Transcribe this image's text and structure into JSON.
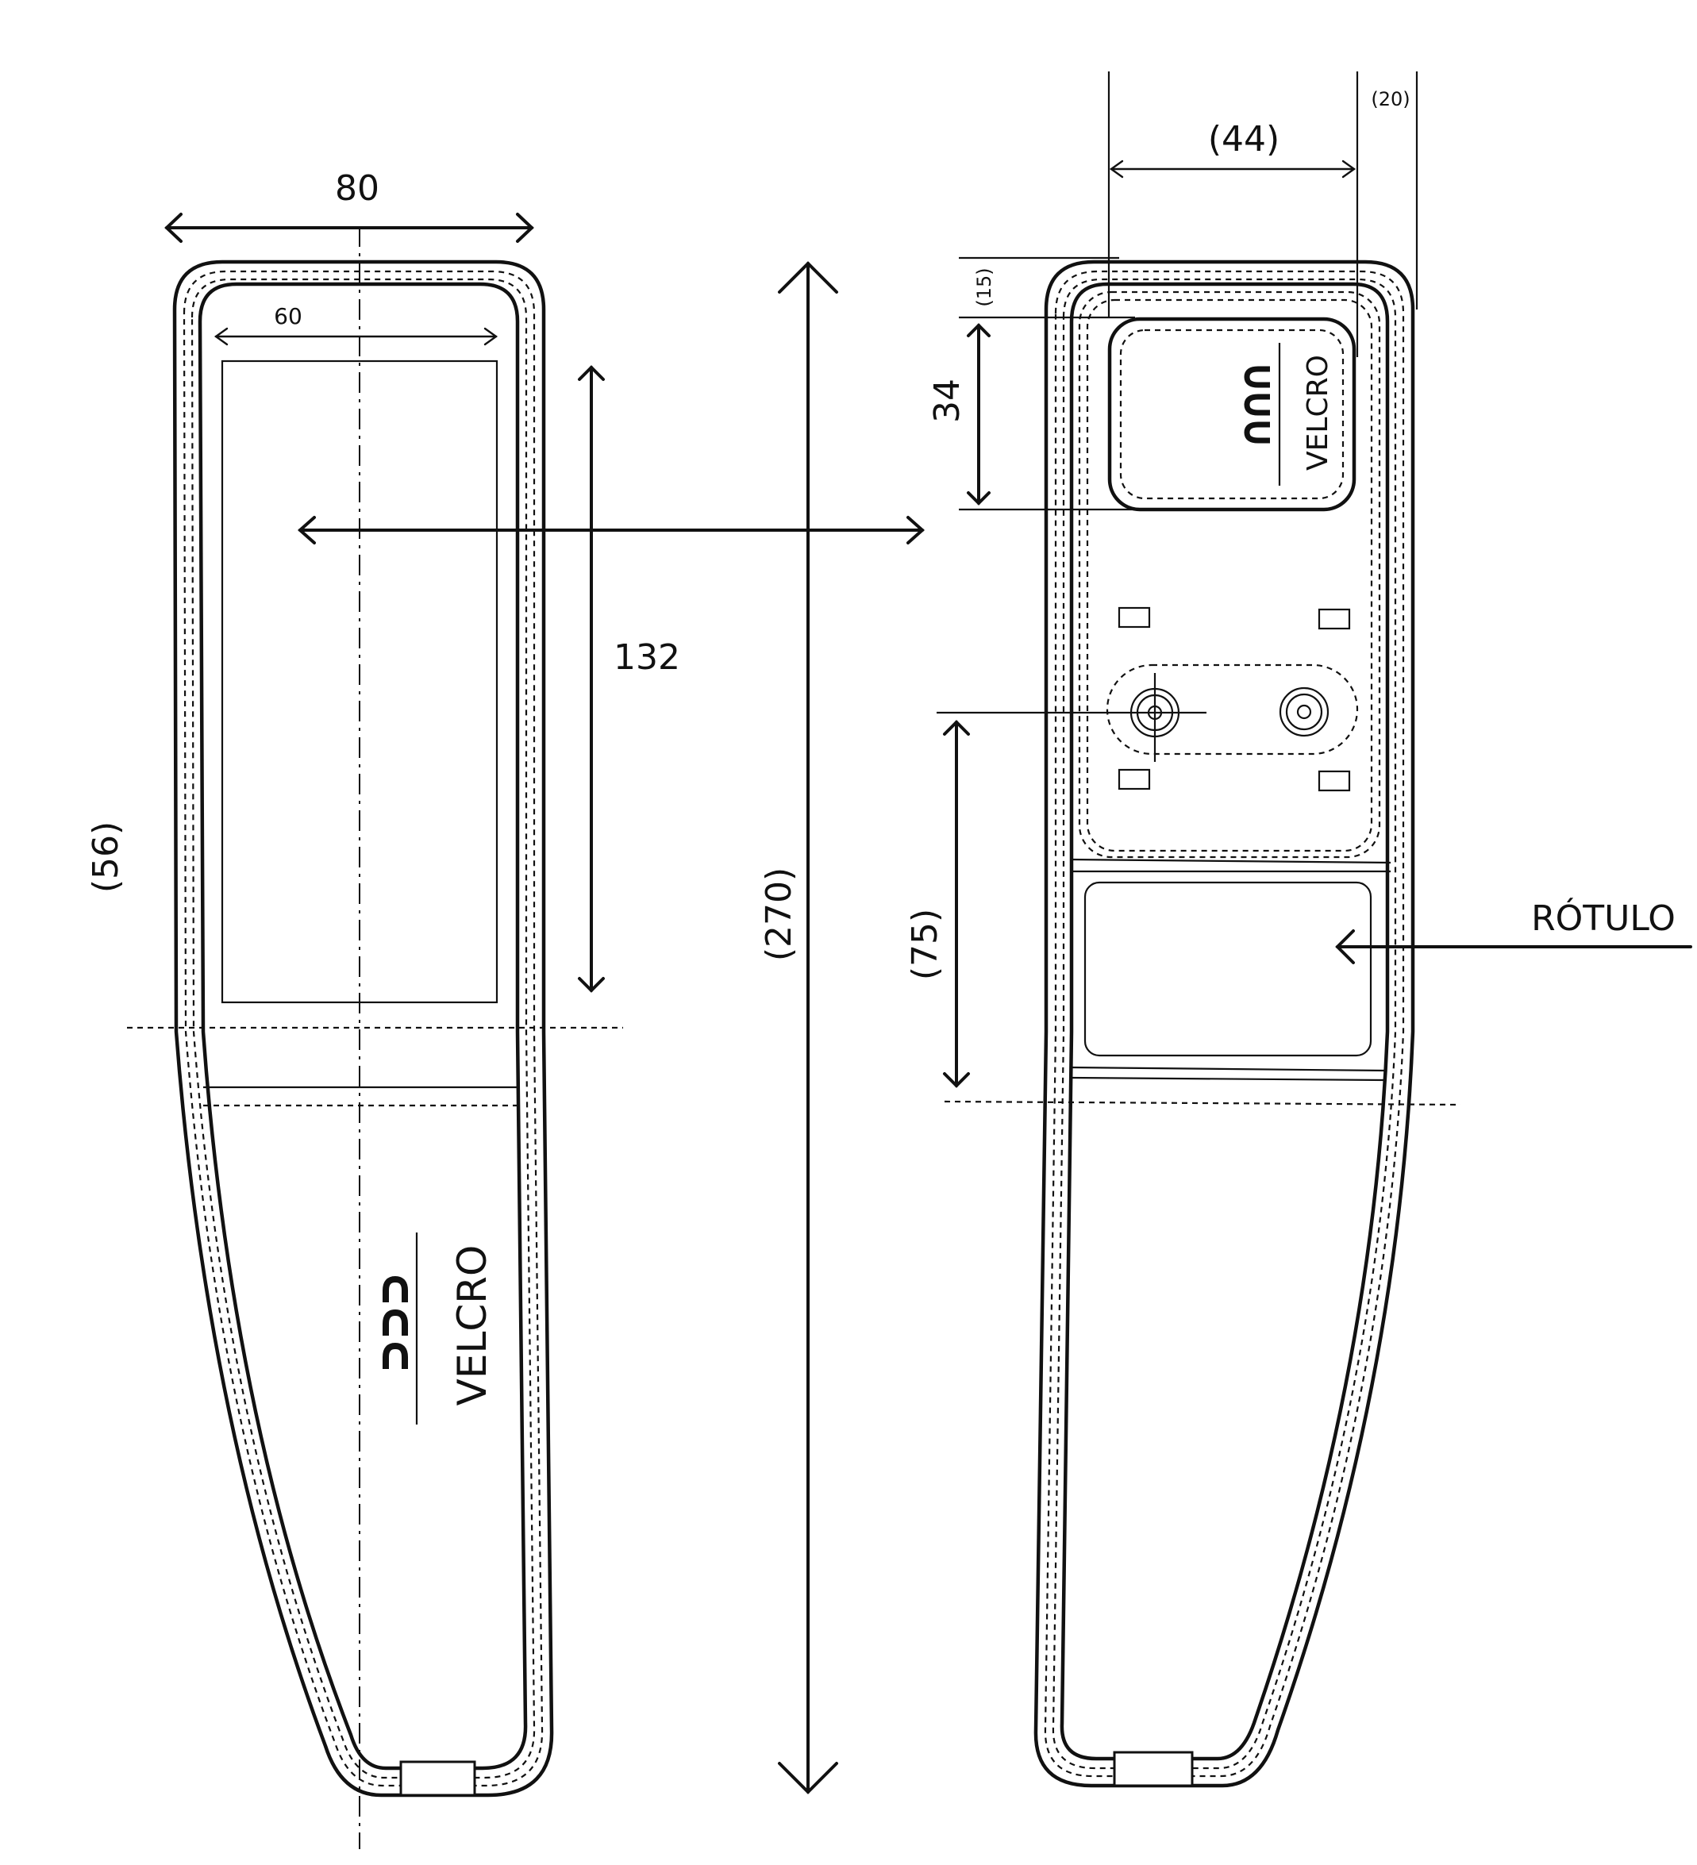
{
  "front_view": {
    "width_label": "80",
    "window_width_label": "60",
    "window_height_label": "132",
    "lower_height_label": "(56)",
    "velcro_label": "VELCRO"
  },
  "center": {
    "total_height_label": "(270)"
  },
  "back_view": {
    "pad_width_label": "(44)",
    "side_margin_label": "(20)",
    "top_margin_label": "(15)",
    "pad_height_label": "34",
    "label_zone_height_label": "(75)",
    "velcro_label": "VELCRO",
    "label_callout": "RÓTULO"
  }
}
